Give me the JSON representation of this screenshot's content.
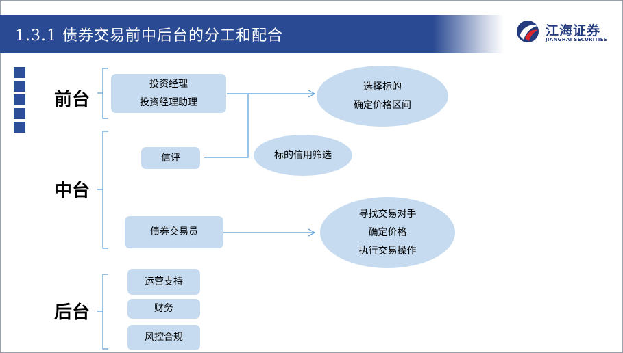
{
  "title": "1.3.1 债券交易前中后台的分工和配合",
  "logo": {
    "cn": "江海证券",
    "en": "JIANGHAI SECURITIES"
  },
  "groups": {
    "front": "前台",
    "middle": "中台",
    "back": "后台"
  },
  "front_box": {
    "line1": "投资经理",
    "line2": "投资经理助理"
  },
  "middle_boxes": {
    "rating": "信评",
    "trader": "债券交易员"
  },
  "back_boxes": {
    "ops": "运营支持",
    "finance": "财务",
    "risk": "风控合规"
  },
  "ovals": {
    "select": {
      "line1": "选择标的",
      "line2": "确定价格区间"
    },
    "credit": "标的信用筛选",
    "trade": {
      "line1": "寻找交易对手",
      "line2": "确定价格",
      "line3": "执行交易操作"
    }
  },
  "colors": {
    "title_bar": "#2a4a93",
    "box_fill": "#c6dbef",
    "bracket": "#5b9bd5",
    "accent_square": "#2d4f97"
  }
}
